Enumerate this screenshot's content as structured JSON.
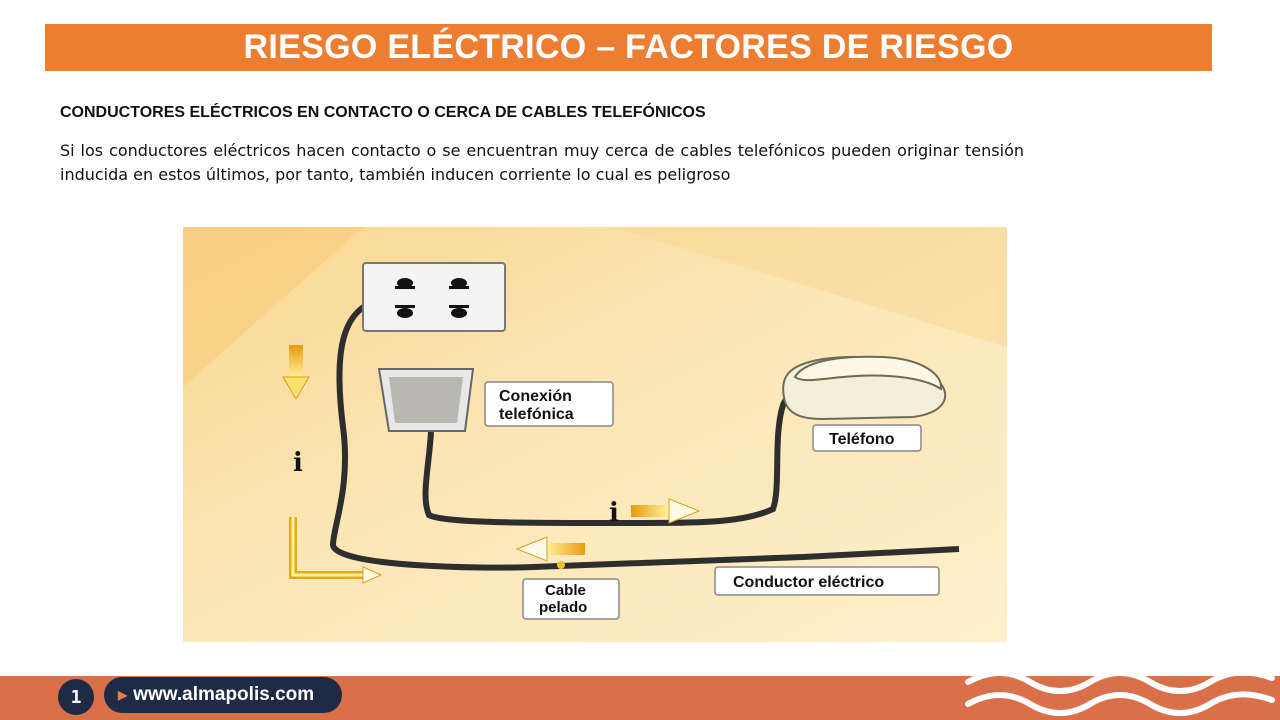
{
  "slide": {
    "title": "RIESGO ELÉCTRICO – FACTORES DE RIESGO",
    "subtitle": "CONDUCTORES ELÉCTRICOS EN CONTACTO O CERCA DE CABLES TELEFÓNICOS",
    "body": "Si los conductores eléctricos hacen contacto o se encuentran muy cerca de cables telefónicos pueden originar tensión inducida en estos últimos, por tanto, también inducen corriente lo cual es peligroso"
  },
  "figure": {
    "label_conexion_line1": "Conexión",
    "label_conexion_line2": "telefónica",
    "label_telefono": "Teléfono",
    "label_conductor": "Conductor eléctrico",
    "label_cable_line1": "Cable",
    "label_cable_line2": "pelado",
    "current_symbol": "i",
    "icons": [
      "wall-outlet-icon",
      "phone-jack-icon",
      "telephone-icon",
      "arrow-icon"
    ]
  },
  "footer": {
    "page_number": "1",
    "url": "www.almapolis.com"
  },
  "colors": {
    "title_bar": "#ed7d31",
    "footer": "#d9704a",
    "pill": "#1f2a44",
    "figure_bg": "#fbe4b0",
    "arrow": "#f0b020"
  }
}
